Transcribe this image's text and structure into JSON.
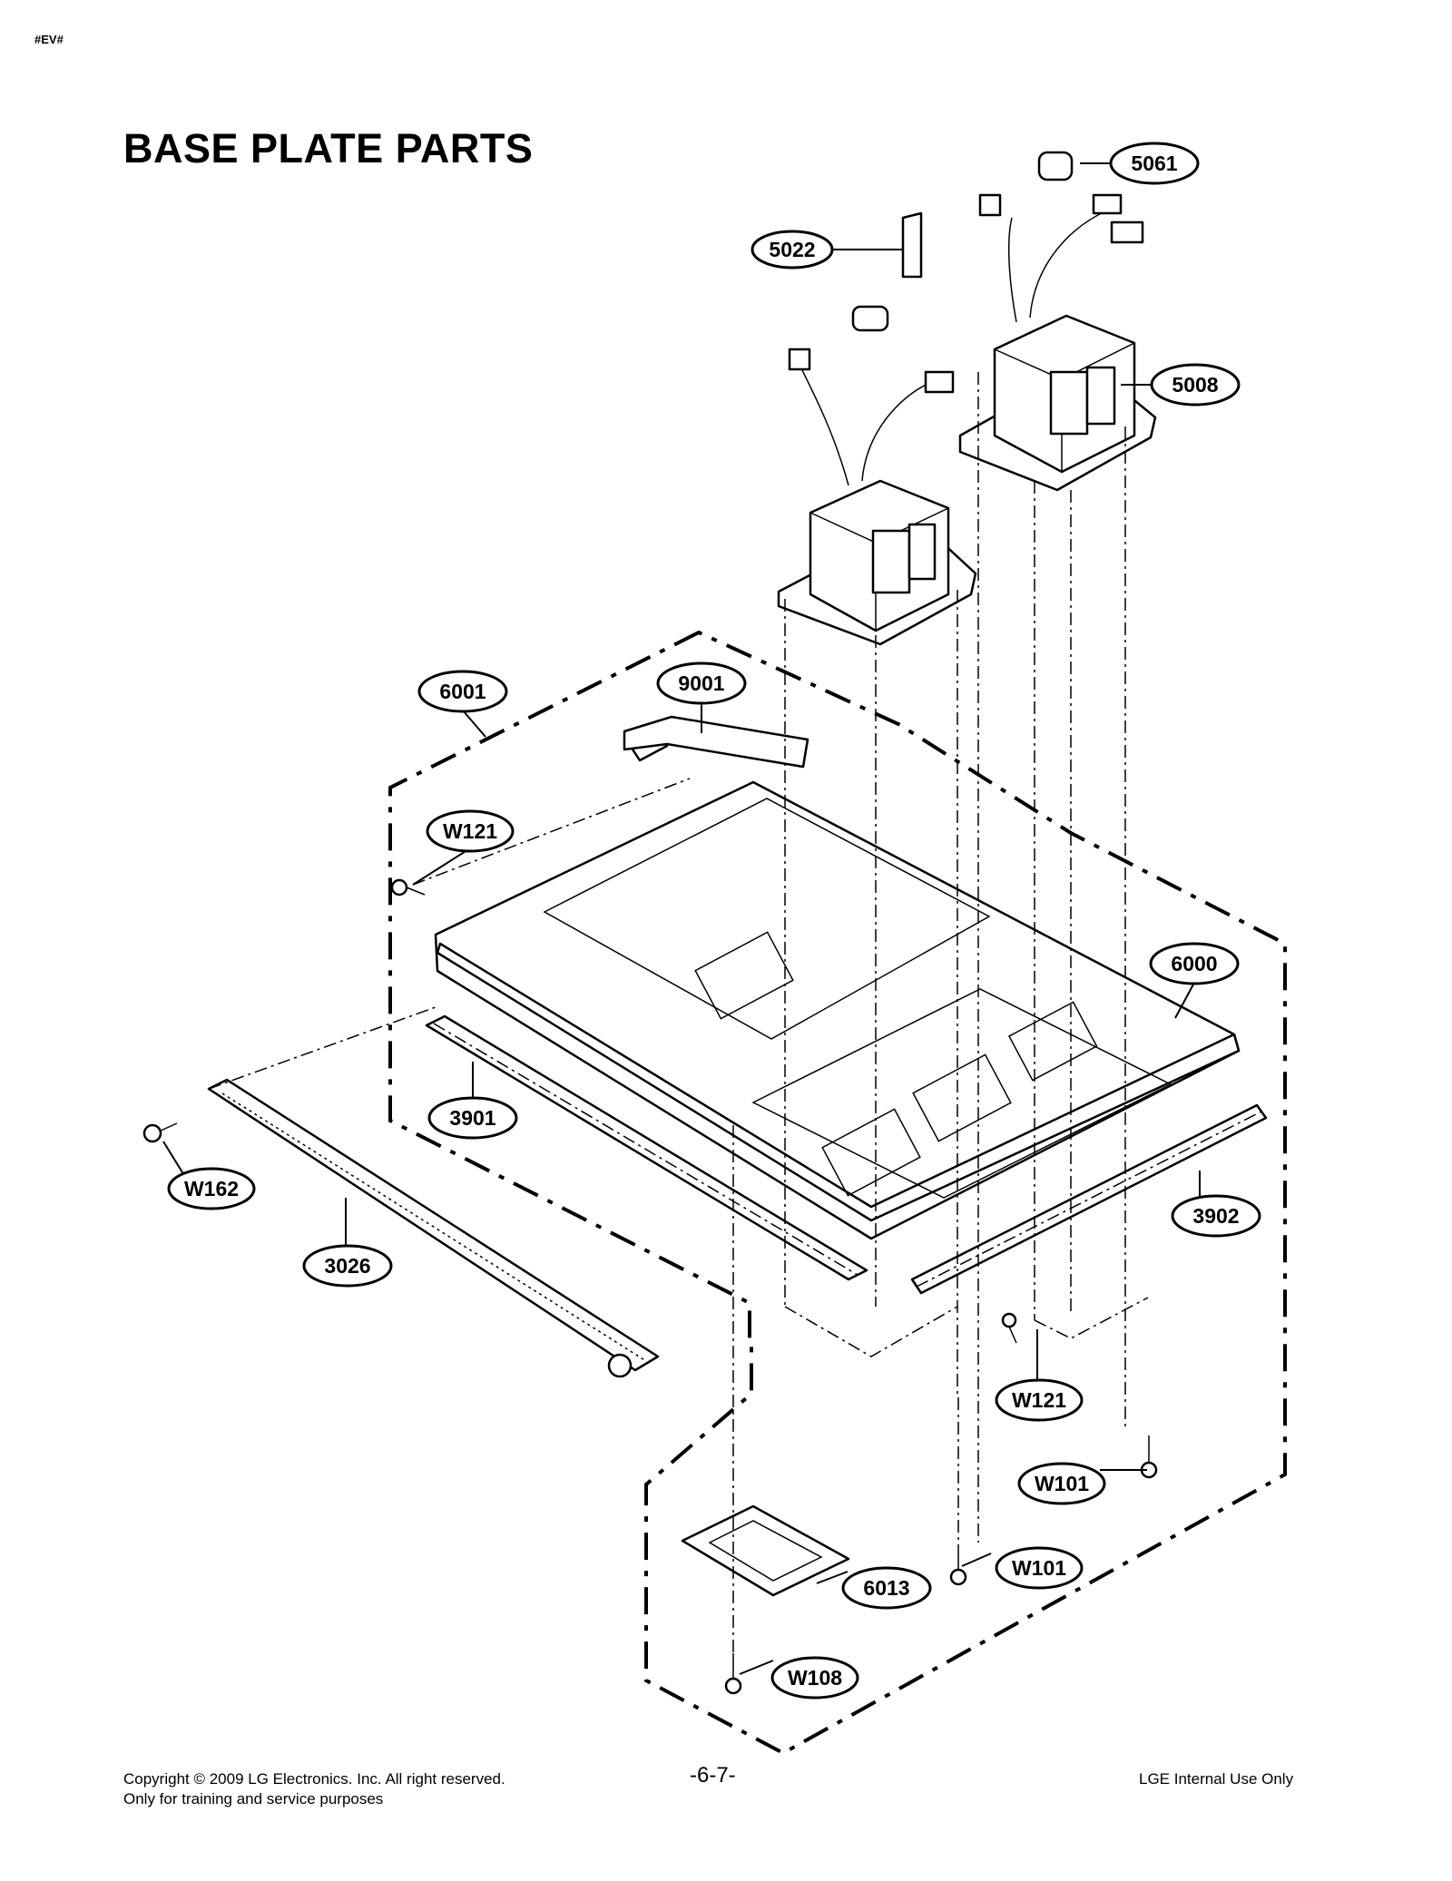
{
  "header": {
    "tag": "#EV#",
    "title": "BASE PLATE PARTS"
  },
  "callouts": [
    {
      "id": "5061"
    },
    {
      "id": "5022"
    },
    {
      "id": "5008"
    },
    {
      "id": "6001"
    },
    {
      "id": "9001"
    },
    {
      "id": "W121"
    },
    {
      "id": "6000"
    },
    {
      "id": "3901"
    },
    {
      "id": "W162"
    },
    {
      "id": "3026"
    },
    {
      "id": "3902"
    },
    {
      "id": "W121"
    },
    {
      "id": "W101"
    },
    {
      "id": "W101"
    },
    {
      "id": "6013"
    },
    {
      "id": "W108"
    }
  ],
  "footer": {
    "copyright": "Copyright © 2009 LG Electronics. Inc. All right reserved.",
    "purpose": "Only for training and service purposes",
    "page_number": "-6-7-",
    "internal": "LGE Internal Use Only"
  }
}
